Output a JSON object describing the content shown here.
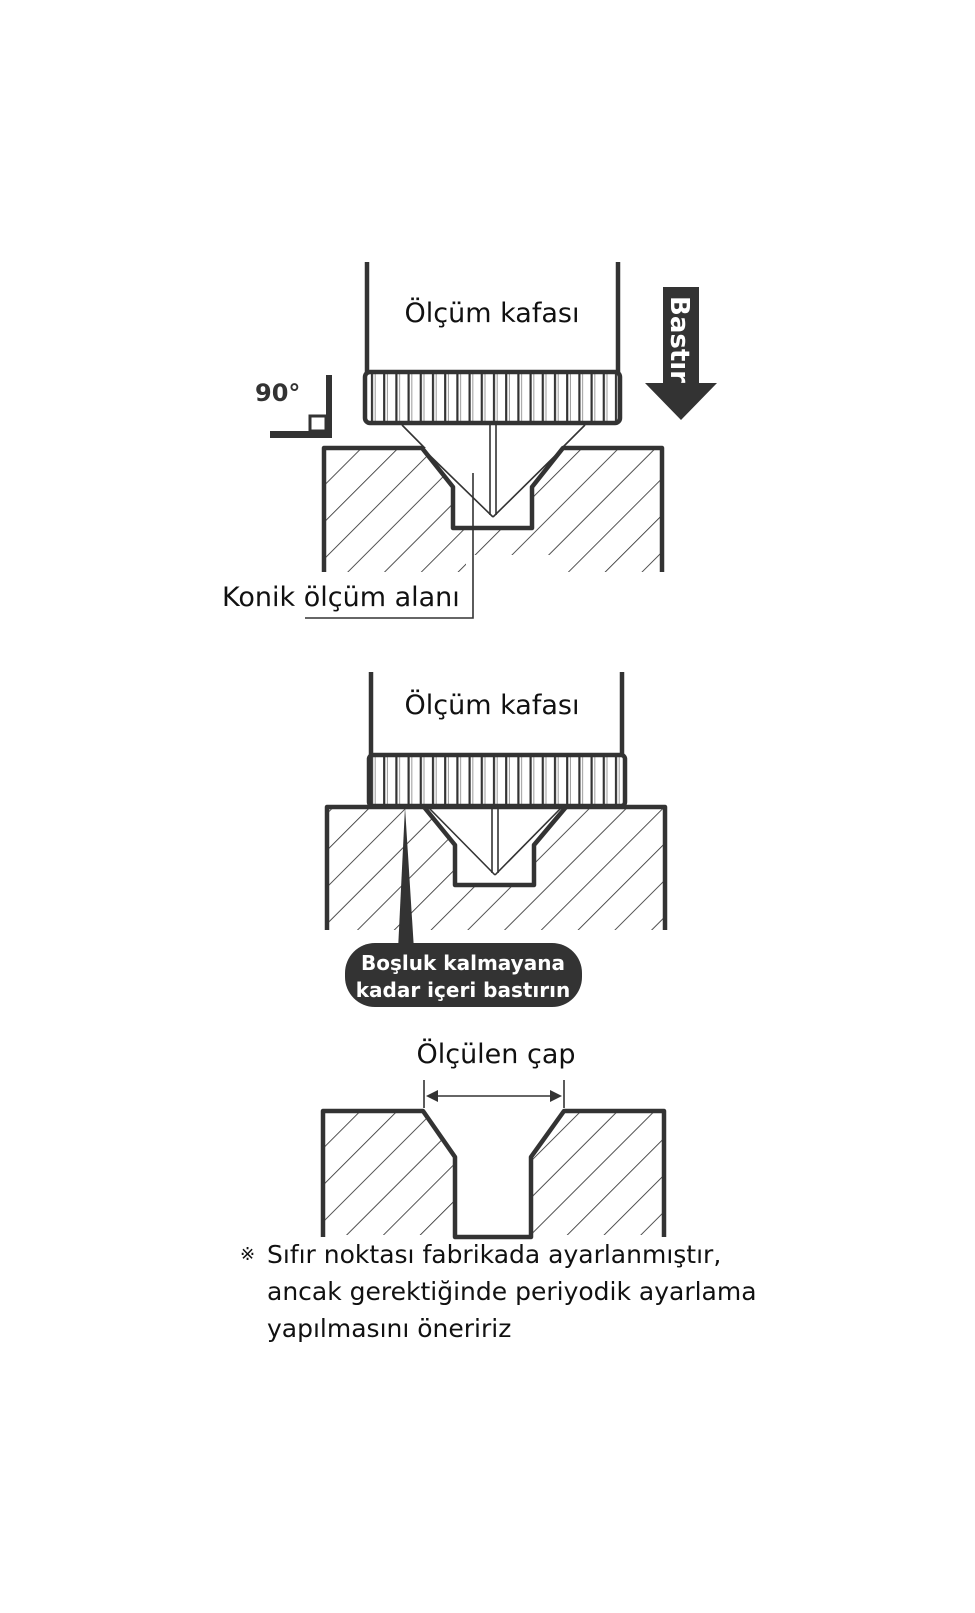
{
  "figure": {
    "colors": {
      "line": "#333333",
      "text": "#111111",
      "badge_bg": "#333333",
      "badge_text": "#ffffff",
      "background": "#ffffff"
    },
    "step1": {
      "head_label": "Ölçüm kafası",
      "press_label": "Bastır",
      "press_icon": "down-arrow-icon",
      "angle_label": "90°",
      "angle_icon": "right-angle-icon",
      "area_label": "Konik ölçüm alanı"
    },
    "step2": {
      "head_label": "Ölçüm kafası",
      "callout_line1": "Boşluk kalmayana",
      "callout_line2": "kadar içeri bastırın"
    },
    "step3": {
      "dimension_label": "Ölçülen çap",
      "dimension_icon": "double-arrow-dimension-icon"
    },
    "footnote": {
      "mark": "※",
      "lines": [
        "Sıfır noktası fabrikada ayarlanmıştır,",
        "ancak gerektiğinde periyodik ayarlama",
        "yapılmasını öneririz"
      ]
    }
  }
}
